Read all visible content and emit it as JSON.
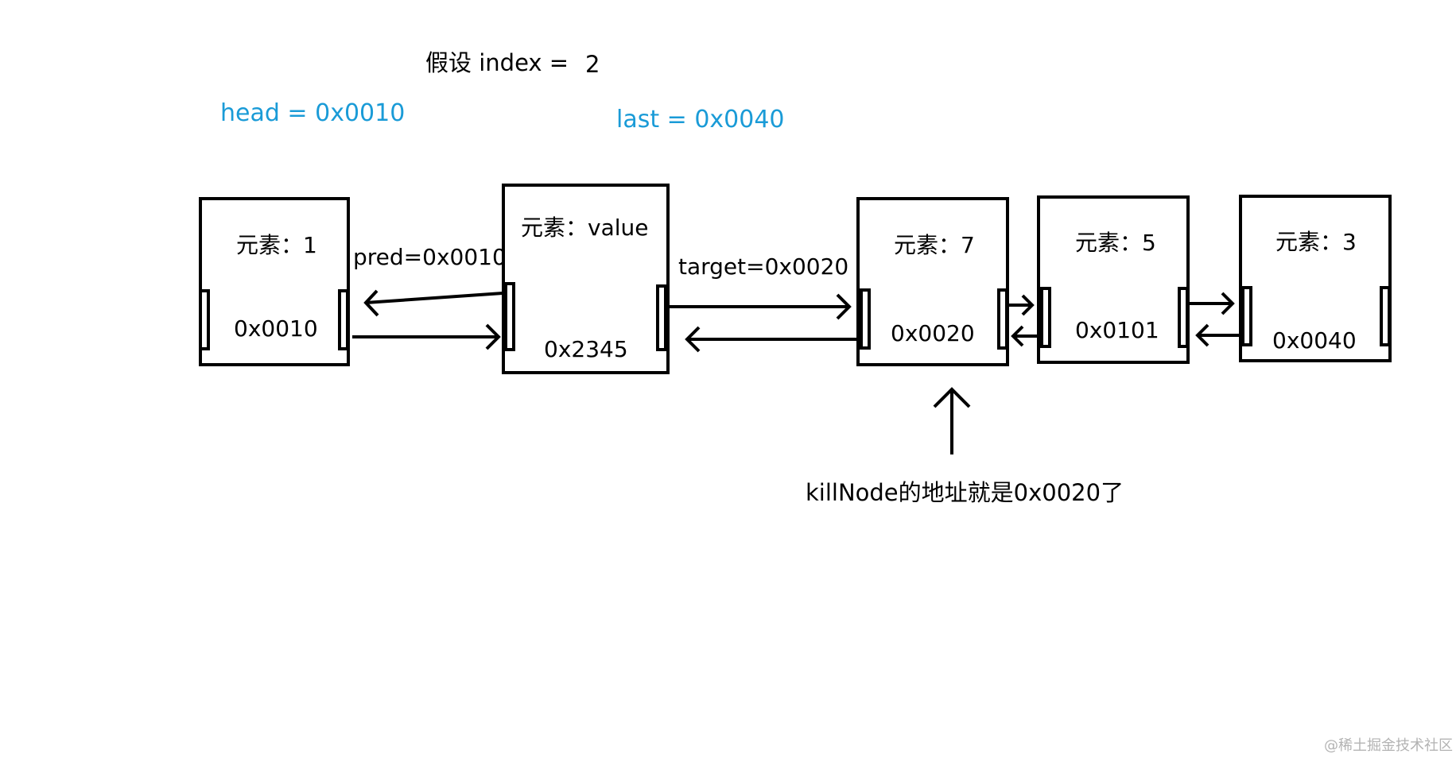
{
  "header": {
    "index_text": "假设 index =",
    "index_value": "2",
    "head_text": "head = 0x0010",
    "last_text": "last = 0x0040"
  },
  "edges": {
    "pred_label": "pred=0x0010",
    "target_label": "target=0x0020"
  },
  "nodes": [
    {
      "element": "元素：1",
      "address": "0x0010"
    },
    {
      "element": "元素：value",
      "address": "0x2345"
    },
    {
      "element": "元素：7",
      "address": "0x0020"
    },
    {
      "element": "元素：5",
      "address": "0x0101"
    },
    {
      "element": "元素：3",
      "address": "0x0040"
    }
  ],
  "annotation": {
    "text": "killNode的地址就是0x0020了"
  },
  "watermark": {
    "text": "@稀土掘金技术社区"
  },
  "colors": {
    "stroke": "#000000",
    "accent": "#1a9bd7",
    "watermark": "#b3b3b3"
  }
}
